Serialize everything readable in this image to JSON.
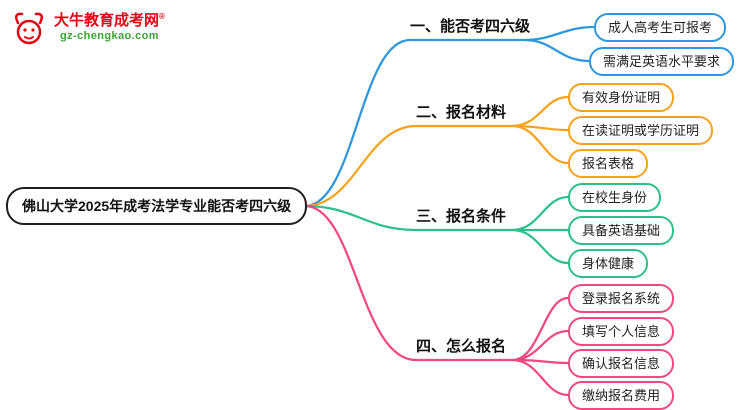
{
  "site": {
    "name": "大牛教育成考网",
    "trademark": "®",
    "url": "gz-chengkao.com",
    "brand_red": "#e60012",
    "brand_green": "#3aa335"
  },
  "main_topic": "佛山大学2025年成考法学专业能否考四六级",
  "branches": [
    {
      "label": "一、能否考四六级",
      "color": "#2e97dd",
      "children": [
        "成人高考生可报考",
        "需满足英语水平要求"
      ]
    },
    {
      "label": "二、报名材料",
      "color": "#f7a21b",
      "children": [
        "有效身份证明",
        "在读证明或学历证明",
        "报名表格"
      ]
    },
    {
      "label": "三、报名条件",
      "color": "#2ec08a",
      "children": [
        "在校生身份",
        "具备英语基础",
        "身体健康"
      ]
    },
    {
      "label": "四、怎么报名",
      "color": "#f1487f",
      "children": [
        "登录报名系统",
        "填写个人信息",
        "确认报名信息",
        "缴纳报名费用"
      ]
    }
  ]
}
